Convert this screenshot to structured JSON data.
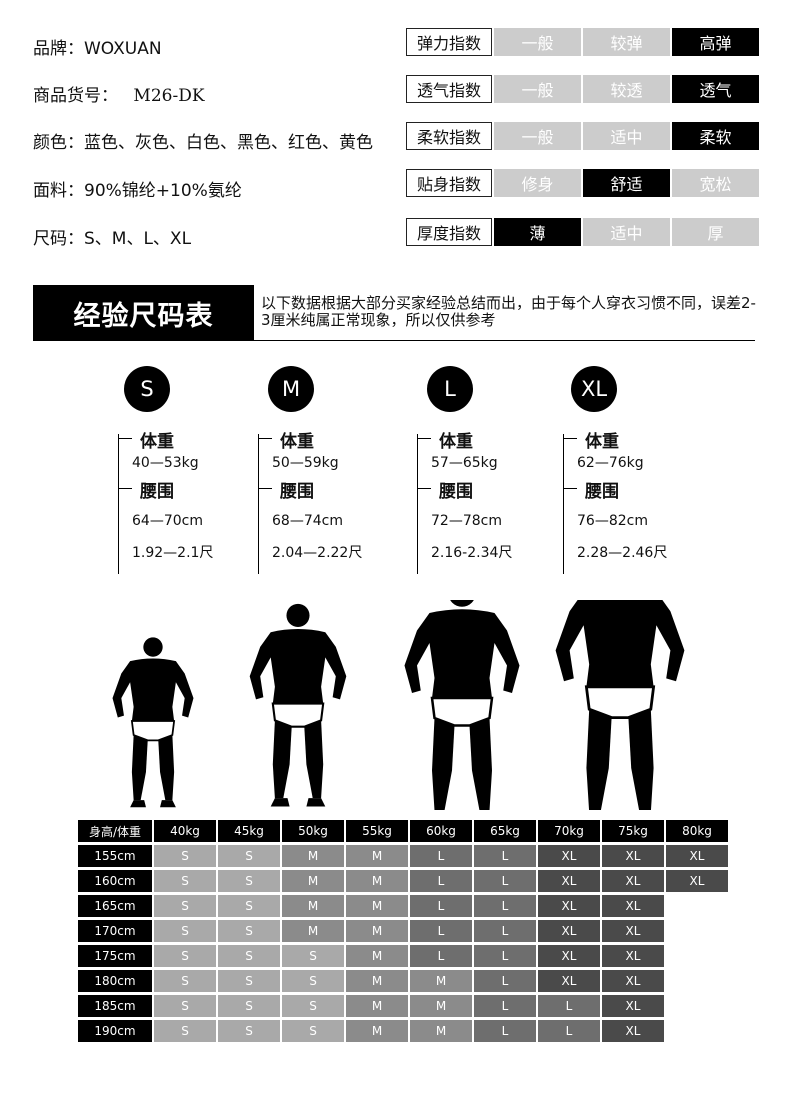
{
  "product": {
    "brand": "品牌：WOXUAN",
    "item_no_label": "商品货号：",
    "item_no": "M26-DK",
    "colors": "颜色：蓝色、灰色、白色、黑色、红色、黄色",
    "fabric": "面料：90%锦纶+10%氨纶",
    "sizes": "尺码：S、M、L、XL"
  },
  "indices": [
    {
      "label": "弹力指数",
      "options": [
        "一般",
        "较弹",
        "高弹"
      ],
      "selected": 2
    },
    {
      "label": "透气指数",
      "options": [
        "一般",
        "较透",
        "透气"
      ],
      "selected": 2
    },
    {
      "label": "柔软指数",
      "options": [
        "一般",
        "适中",
        "柔软"
      ],
      "selected": 2
    },
    {
      "label": "贴身指数",
      "options": [
        "修身",
        "舒适",
        "宽松"
      ],
      "selected": 1
    },
    {
      "label": "厚度指数",
      "options": [
        "薄",
        "适中",
        "厚"
      ],
      "selected": 0
    }
  ],
  "banner": "经验尺码表",
  "note": "以下数据根据大部分买家经验总结而出，由于每个人穿衣习惯不同，误差2-3厘米纯属正常现象，所以仅供参考",
  "size_specs": [
    {
      "size": "S",
      "weight_label": "体重",
      "weight": "40—53kg",
      "waist_label": "腰围",
      "waist_cm": "64—70cm",
      "waist_chi": "1.92—2.1尺"
    },
    {
      "size": "M",
      "weight_label": "体重",
      "weight": "50—59kg",
      "waist_label": "腰围",
      "waist_cm": "68—74cm",
      "waist_chi": "2.04—2.22尺"
    },
    {
      "size": "L",
      "weight_label": "体重",
      "weight": "57—65kg",
      "waist_label": "腰围",
      "waist_cm": "72—78cm",
      "waist_chi": "2.16-2.34尺"
    },
    {
      "size": "XL",
      "weight_label": "体重",
      "weight": "62—76kg",
      "waist_label": "腰围",
      "waist_cm": "76—82cm",
      "waist_chi": "2.28—2.46尺"
    }
  ],
  "table": {
    "corner": "身高/体重",
    "weights": [
      "40kg",
      "45kg",
      "50kg",
      "55kg",
      "60kg",
      "65kg",
      "70kg",
      "75kg",
      "80kg"
    ],
    "rows": [
      {
        "height": "155cm",
        "cells": [
          "S",
          "S",
          "M",
          "M",
          "L",
          "L",
          "XL",
          "XL",
          "XL"
        ]
      },
      {
        "height": "160cm",
        "cells": [
          "S",
          "S",
          "M",
          "M",
          "L",
          "L",
          "XL",
          "XL",
          "XL"
        ]
      },
      {
        "height": "165cm",
        "cells": [
          "S",
          "S",
          "M",
          "M",
          "L",
          "L",
          "XL",
          "XL",
          ""
        ]
      },
      {
        "height": "170cm",
        "cells": [
          "S",
          "S",
          "M",
          "M",
          "L",
          "L",
          "XL",
          "XL",
          ""
        ]
      },
      {
        "height": "175cm",
        "cells": [
          "S",
          "S",
          "S",
          "M",
          "L",
          "L",
          "XL",
          "XL",
          ""
        ]
      },
      {
        "height": "180cm",
        "cells": [
          "S",
          "S",
          "S",
          "M",
          "M",
          "L",
          "XL",
          "XL",
          ""
        ]
      },
      {
        "height": "185cm",
        "cells": [
          "S",
          "S",
          "S",
          "M",
          "M",
          "L",
          "L",
          "XL",
          ""
        ]
      },
      {
        "height": "190cm",
        "cells": [
          "S",
          "S",
          "S",
          "M",
          "M",
          "L",
          "L",
          "XL",
          ""
        ]
      }
    ]
  }
}
